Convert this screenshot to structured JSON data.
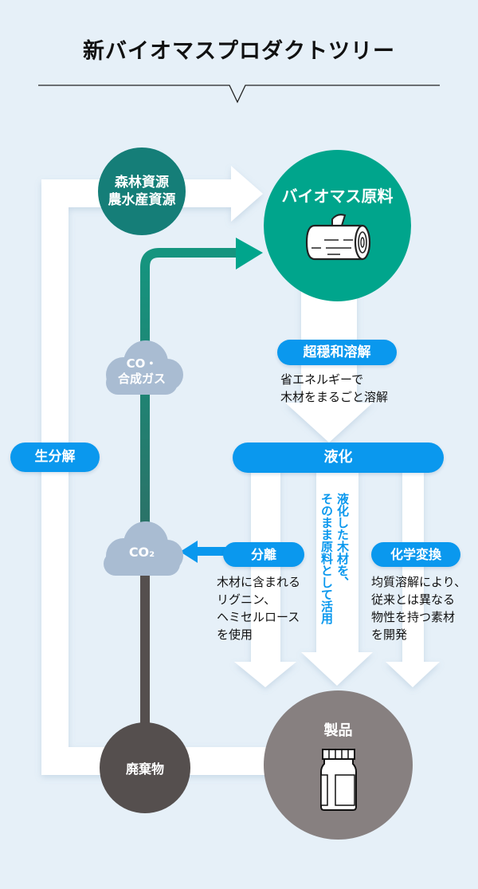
{
  "title": "新バイオマスプロダクトツリー",
  "colors": {
    "background": "#e6f0f8",
    "accent_blue": "#0a98ee",
    "teal_dark": "#157e78",
    "teal": "#00a58c",
    "waste": "#554f4e",
    "product": "#878080",
    "cloud": "#a9bcd2"
  },
  "nodes": {
    "resources": {
      "line1": "森林資源",
      "line2": "農水産資源"
    },
    "biomass": {
      "label": "バイオマス原料",
      "icon": "log-icon"
    },
    "waste": {
      "label": "廃棄物"
    },
    "product": {
      "label": "製品",
      "icon": "bottle-icon"
    }
  },
  "clouds": {
    "co_syngas": {
      "line1": "CO・",
      "line2": "合成ガス"
    },
    "co2": {
      "label": "CO₂"
    }
  },
  "process": {
    "dissolution": {
      "label": "超穏和溶解",
      "desc_line1": "省エネルギーで",
      "desc_line2": "木材をまるごと溶解"
    },
    "liquefaction": {
      "label": "液化"
    },
    "biodegradation": {
      "label": "生分解"
    },
    "separation": {
      "label": "分離",
      "desc": [
        "木材に含まれる",
        "リグニン、",
        "ヘミセルロース",
        "を使用"
      ]
    },
    "direct_use": {
      "line1": "液化した木材を、",
      "line2": "そのまま原料として活用"
    },
    "chemical_conversion": {
      "label": "化学変換",
      "desc": [
        "均質溶解により、",
        "従来とは異なる",
        "物性を持つ素材",
        "を開発"
      ]
    }
  }
}
